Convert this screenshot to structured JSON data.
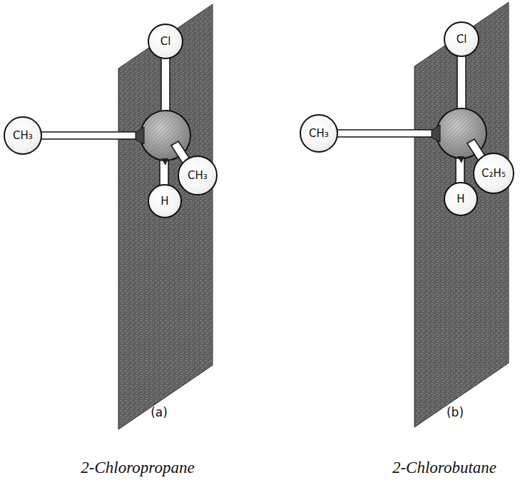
{
  "diagram": {
    "nodes": [
      {
        "text": [
          "Cl"
        ]
      },
      {
        "text": [
          "CH₃"
        ]
      },
      {
        "text": [
          "CH₃"
        ]
      },
      {
        "text": [
          "H"
        ]
      },
      {
        "text": [
          "Cl"
        ]
      },
      {
        "text": [
          "CH₃"
        ]
      },
      {
        "text": [
          "C₂H₅"
        ]
      },
      {
        "text": [
          "H"
        ]
      }
    ],
    "labels": [
      "(a)",
      "(b)",
      "2-Chloropropane",
      "2-Chlorobutane"
    ]
  }
}
